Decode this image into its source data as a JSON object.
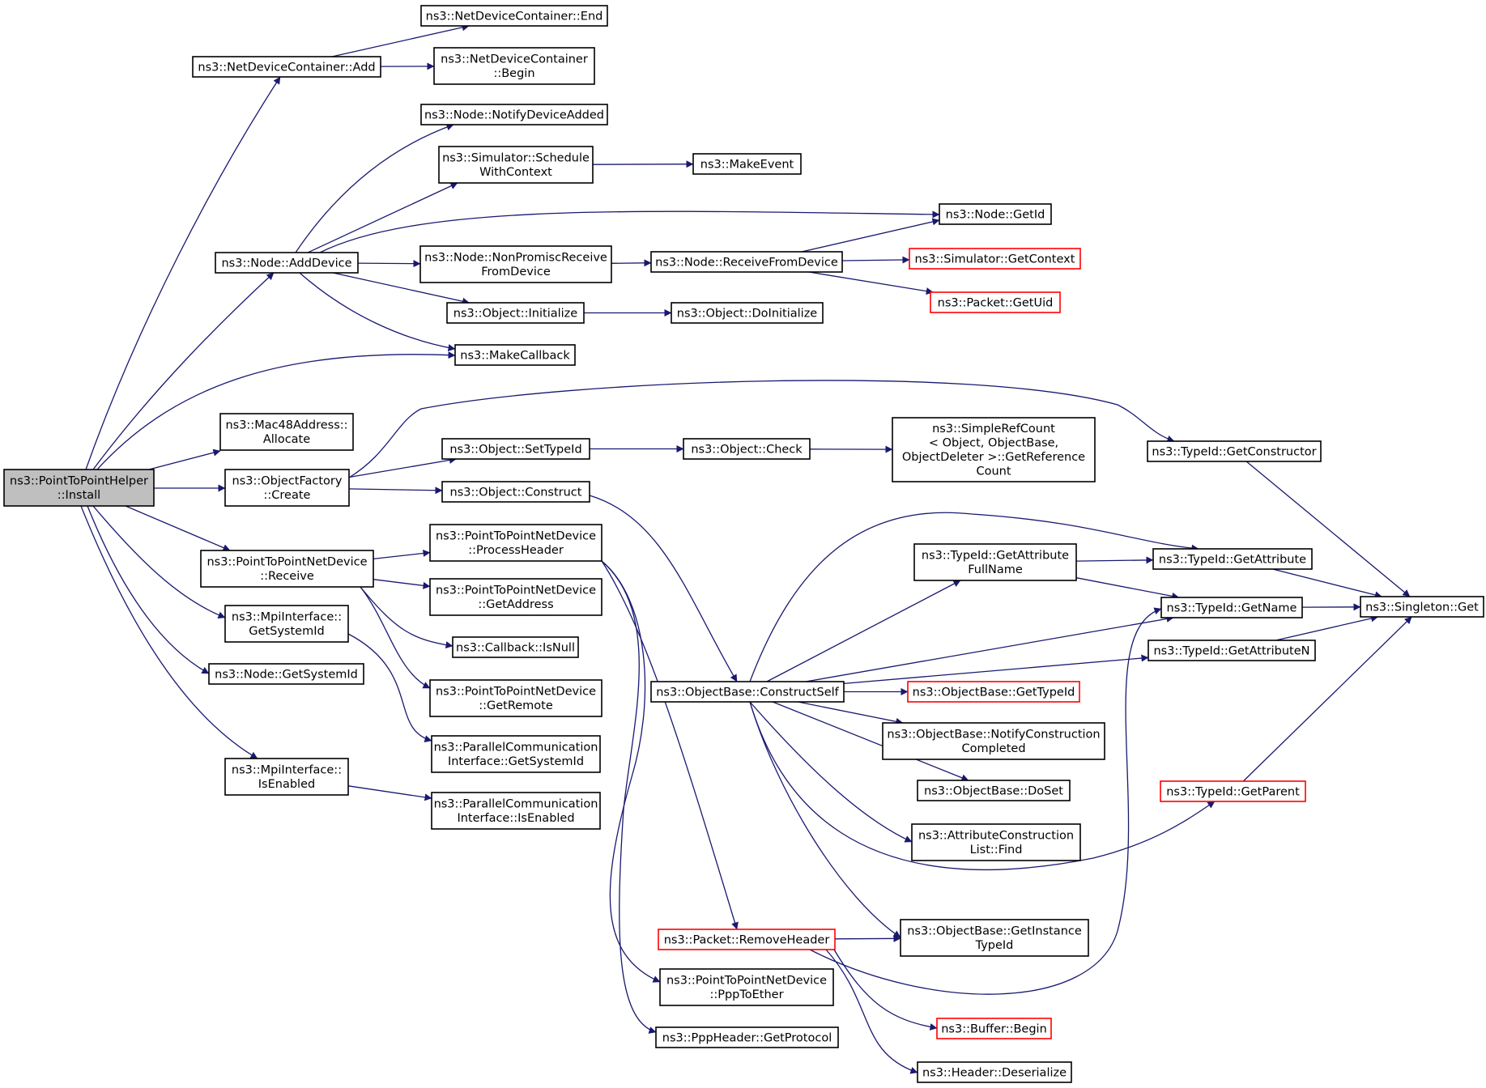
{
  "colors": {
    "edge": "#191970",
    "node_border": "#000000",
    "node_border_external": "#ff0000",
    "root_fill": "#bfbfbf",
    "node_fill": "#ffffff"
  },
  "nodes": [
    {
      "id": "root",
      "lines": [
        "ns3::PointToPointHelper",
        "::Install"
      ],
      "root": true
    },
    {
      "id": "ndc_add",
      "lines": [
        "ns3::NetDeviceContainer::Add"
      ]
    },
    {
      "id": "ndc_end",
      "lines": [
        "ns3::NetDeviceContainer::End"
      ]
    },
    {
      "id": "ndc_begin",
      "lines": [
        "ns3::NetDeviceContainer",
        "::Begin"
      ]
    },
    {
      "id": "node_notify",
      "lines": [
        "ns3::Node::NotifyDeviceAdded"
      ]
    },
    {
      "id": "sim_sched",
      "lines": [
        "ns3::Simulator::Schedule",
        "WithContext"
      ]
    },
    {
      "id": "make_event",
      "lines": [
        "ns3::MakeEvent"
      ]
    },
    {
      "id": "node_getid",
      "lines": [
        "ns3::Node::GetId"
      ]
    },
    {
      "id": "node_adddev",
      "lines": [
        "ns3::Node::AddDevice"
      ]
    },
    {
      "id": "node_nonprom",
      "lines": [
        "ns3::Node::NonPromiscReceive",
        "FromDevice"
      ]
    },
    {
      "id": "node_recv",
      "lines": [
        "ns3::Node::ReceiveFromDevice"
      ]
    },
    {
      "id": "sim_getctx",
      "lines": [
        "ns3::Simulator::GetContext"
      ],
      "external": true
    },
    {
      "id": "pkt_getuid",
      "lines": [
        "ns3::Packet::GetUid"
      ],
      "external": true
    },
    {
      "id": "obj_init",
      "lines": [
        "ns3::Object::Initialize"
      ]
    },
    {
      "id": "obj_doinit",
      "lines": [
        "ns3::Object::DoInitialize"
      ]
    },
    {
      "id": "make_cb",
      "lines": [
        "ns3::MakeCallback"
      ]
    },
    {
      "id": "mac48",
      "lines": [
        "ns3::Mac48Address::",
        "Allocate"
      ]
    },
    {
      "id": "objfact",
      "lines": [
        "ns3::ObjectFactory",
        "::Create"
      ]
    },
    {
      "id": "obj_settype",
      "lines": [
        "ns3::Object::SetTypeId"
      ]
    },
    {
      "id": "obj_check",
      "lines": [
        "ns3::Object::Check"
      ]
    },
    {
      "id": "simpleref",
      "lines": [
        "ns3::SimpleRefCount",
        "< Object, ObjectBase,",
        "ObjectDeleter >::GetReference",
        "Count"
      ]
    },
    {
      "id": "tid_getctor",
      "lines": [
        "ns3::TypeId::GetConstructor"
      ]
    },
    {
      "id": "obj_construct",
      "lines": [
        "ns3::Object::Construct"
      ]
    },
    {
      "id": "p2p_recv",
      "lines": [
        "ns3::PointToPointNetDevice",
        "::Receive"
      ]
    },
    {
      "id": "p2p_prochdr",
      "lines": [
        "ns3::PointToPointNetDevice",
        "::ProcessHeader"
      ]
    },
    {
      "id": "p2p_getaddr",
      "lines": [
        "ns3::PointToPointNetDevice",
        "::GetAddress"
      ]
    },
    {
      "id": "cb_isnull",
      "lines": [
        "ns3::Callback::IsNull"
      ]
    },
    {
      "id": "p2p_getremote",
      "lines": [
        "ns3::PointToPointNetDevice",
        "::GetRemote"
      ]
    },
    {
      "id": "mpi_getsys",
      "lines": [
        "ns3::MpiInterface::",
        "GetSystemId"
      ]
    },
    {
      "id": "node_getsys",
      "lines": [
        "ns3::Node::GetSystemId"
      ]
    },
    {
      "id": "pci_getsys",
      "lines": [
        "ns3::ParallelCommunication",
        "Interface::GetSystemId"
      ]
    },
    {
      "id": "mpi_isen",
      "lines": [
        "ns3::MpiInterface::",
        "IsEnabled"
      ]
    },
    {
      "id": "pci_isen",
      "lines": [
        "ns3::ParallelCommunication",
        "Interface::IsEnabled"
      ]
    },
    {
      "id": "tid_getattrfn",
      "lines": [
        "ns3::TypeId::GetAttribute",
        "FullName"
      ]
    },
    {
      "id": "tid_getattr",
      "lines": [
        "ns3::TypeId::GetAttribute"
      ]
    },
    {
      "id": "tid_getname",
      "lines": [
        "ns3::TypeId::GetName"
      ]
    },
    {
      "id": "singleton",
      "lines": [
        "ns3::Singleton::Get"
      ]
    },
    {
      "id": "tid_getattrn",
      "lines": [
        "ns3::TypeId::GetAttributeN"
      ]
    },
    {
      "id": "ob_construct",
      "lines": [
        "ns3::ObjectBase::ConstructSelf"
      ]
    },
    {
      "id": "ob_gettid",
      "lines": [
        "ns3::ObjectBase::GetTypeId"
      ],
      "external": true
    },
    {
      "id": "ob_notify",
      "lines": [
        "ns3::ObjectBase::NotifyConstruction",
        "Completed"
      ]
    },
    {
      "id": "ob_doset",
      "lines": [
        "ns3::ObjectBase::DoSet"
      ]
    },
    {
      "id": "tid_getparent",
      "lines": [
        "ns3::TypeId::GetParent"
      ],
      "external": true
    },
    {
      "id": "acl_find",
      "lines": [
        "ns3::AttributeConstruction",
        "List::Find"
      ]
    },
    {
      "id": "pkt_rmhdr",
      "lines": [
        "ns3::Packet::RemoveHeader"
      ],
      "external": true
    },
    {
      "id": "ob_getinst",
      "lines": [
        "ns3::ObjectBase::GetInstance",
        "TypeId"
      ]
    },
    {
      "id": "p2p_ppp",
      "lines": [
        "ns3::PointToPointNetDevice",
        "::PppToEther"
      ]
    },
    {
      "id": "buf_begin",
      "lines": [
        "ns3::Buffer::Begin"
      ],
      "external": true
    },
    {
      "id": "ppp_getproto",
      "lines": [
        "ns3::PppHeader::GetProtocol"
      ]
    },
    {
      "id": "hdr_deser",
      "lines": [
        "ns3::Header::Deserialize"
      ]
    }
  ],
  "edges": [
    [
      "root",
      "ndc_add"
    ],
    [
      "ndc_add",
      "ndc_end"
    ],
    [
      "ndc_add",
      "ndc_begin"
    ],
    [
      "root",
      "node_adddev"
    ],
    [
      "node_adddev",
      "node_notify"
    ],
    [
      "node_adddev",
      "sim_sched"
    ],
    [
      "sim_sched",
      "make_event"
    ],
    [
      "node_adddev",
      "node_getid"
    ],
    [
      "node_adddev",
      "node_nonprom"
    ],
    [
      "node_nonprom",
      "node_recv"
    ],
    [
      "node_recv",
      "node_getid"
    ],
    [
      "node_recv",
      "sim_getctx"
    ],
    [
      "node_recv",
      "pkt_getuid"
    ],
    [
      "node_adddev",
      "obj_init"
    ],
    [
      "obj_init",
      "obj_doinit"
    ],
    [
      "node_adddev",
      "make_cb"
    ],
    [
      "root",
      "make_cb"
    ],
    [
      "root",
      "mac48"
    ],
    [
      "root",
      "objfact"
    ],
    [
      "objfact",
      "obj_settype"
    ],
    [
      "obj_settype",
      "obj_check"
    ],
    [
      "obj_check",
      "simpleref"
    ],
    [
      "objfact",
      "tid_getctor"
    ],
    [
      "tid_getctor",
      "singleton"
    ],
    [
      "objfact",
      "obj_construct"
    ],
    [
      "obj_construct",
      "ob_construct"
    ],
    [
      "root",
      "p2p_recv"
    ],
    [
      "p2p_recv",
      "p2p_prochdr"
    ],
    [
      "p2p_recv",
      "p2p_getaddr"
    ],
    [
      "p2p_recv",
      "cb_isnull"
    ],
    [
      "p2p_recv",
      "p2p_getremote"
    ],
    [
      "p2p_prochdr",
      "pkt_rmhdr"
    ],
    [
      "p2p_prochdr",
      "p2p_ppp"
    ],
    [
      "p2p_prochdr",
      "ppp_getproto"
    ],
    [
      "root",
      "mpi_getsys"
    ],
    [
      "mpi_getsys",
      "pci_getsys"
    ],
    [
      "root",
      "node_getsys"
    ],
    [
      "root",
      "mpi_isen"
    ],
    [
      "mpi_isen",
      "pci_isen"
    ],
    [
      "ob_construct",
      "tid_getattrfn"
    ],
    [
      "ob_construct",
      "tid_getattr"
    ],
    [
      "ob_construct",
      "tid_getname"
    ],
    [
      "ob_construct",
      "tid_getattrn"
    ],
    [
      "ob_construct",
      "ob_gettid"
    ],
    [
      "ob_construct",
      "ob_notify"
    ],
    [
      "ob_construct",
      "ob_doset"
    ],
    [
      "ob_construct",
      "acl_find"
    ],
    [
      "ob_construct",
      "tid_getparent"
    ],
    [
      "ob_construct",
      "ob_getinst"
    ],
    [
      "tid_getattrfn",
      "tid_getattr"
    ],
    [
      "tid_getattrfn",
      "tid_getname"
    ],
    [
      "tid_getattr",
      "singleton"
    ],
    [
      "tid_getname",
      "singleton"
    ],
    [
      "tid_getattrn",
      "singleton"
    ],
    [
      "tid_getparent",
      "singleton"
    ],
    [
      "pkt_rmhdr",
      "ob_getinst"
    ],
    [
      "pkt_rmhdr",
      "tid_getname"
    ],
    [
      "pkt_rmhdr",
      "buf_begin"
    ],
    [
      "pkt_rmhdr",
      "hdr_deser"
    ]
  ]
}
